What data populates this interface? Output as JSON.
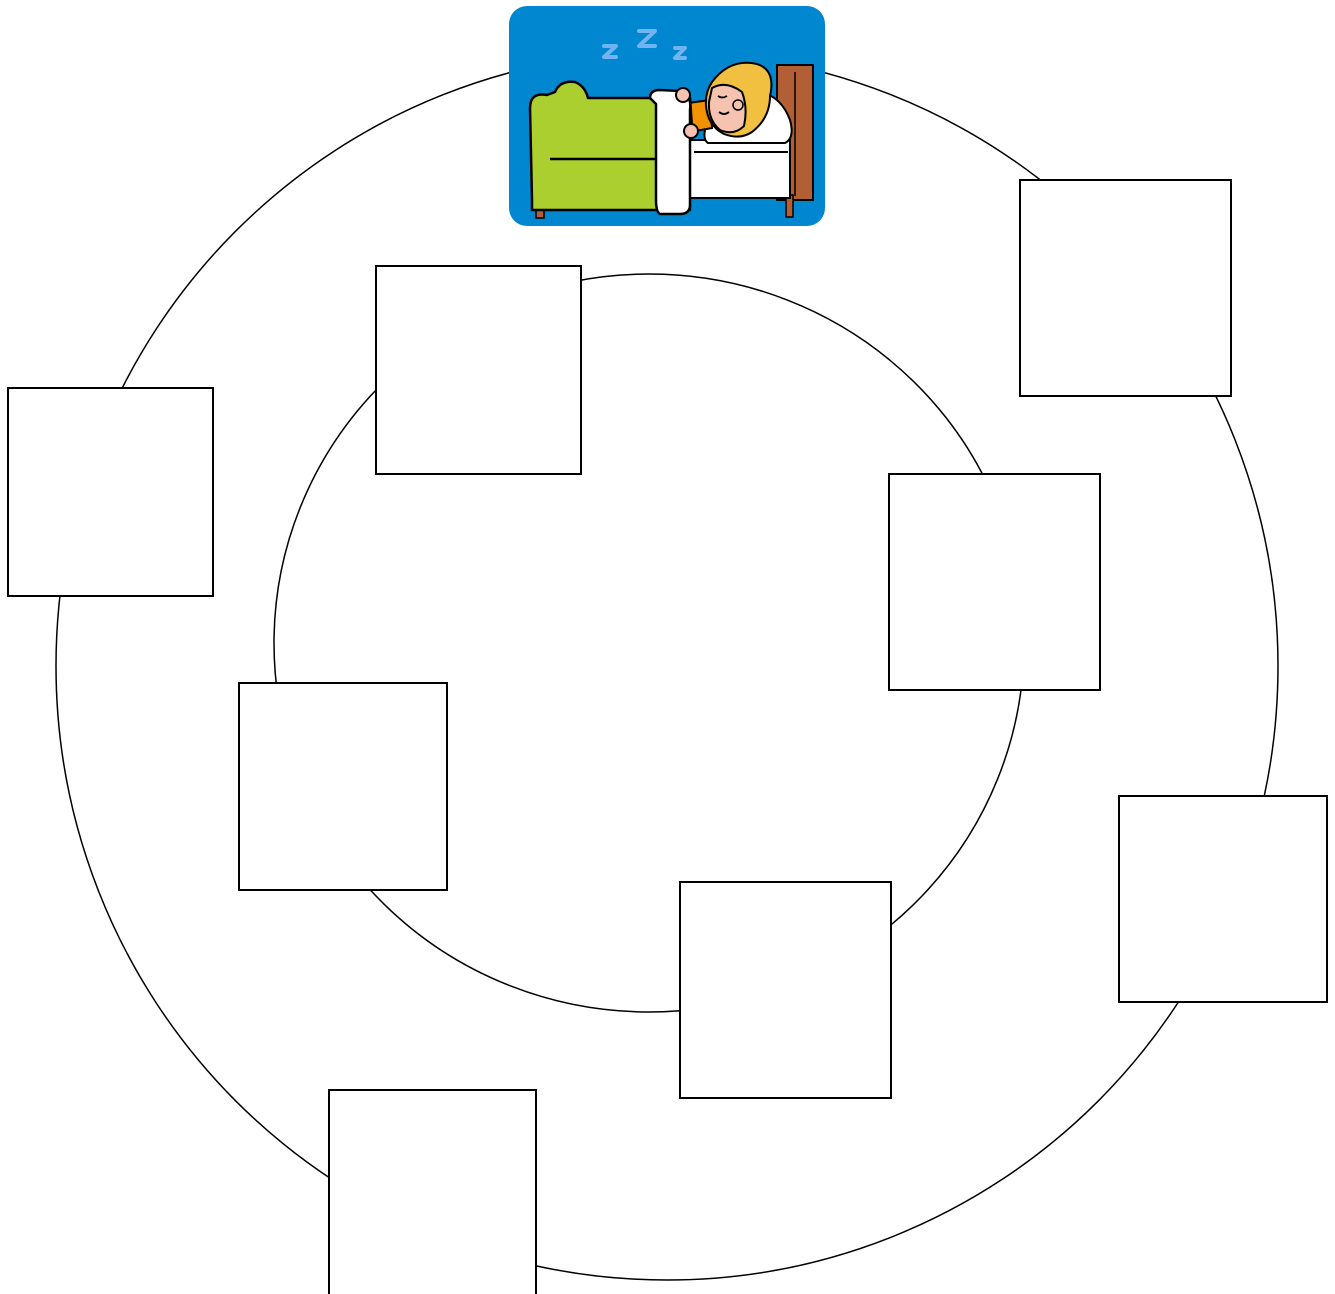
{
  "diagram": {
    "type": "concentric-circle-sequence",
    "illustration": {
      "name": "sleeping-child-in-bed",
      "background_color": "#0087D0",
      "accents": {
        "zzz": "#72B4F0",
        "blanket": "#AACF2E",
        "headboard": "#B25F35",
        "hair": "#F2C040",
        "pajama": "#F39200"
      }
    },
    "rings": [
      {
        "name": "outer-ring"
      },
      {
        "name": "inner-ring"
      }
    ],
    "boxes": [
      {
        "id": "outer-box-1",
        "ring": "outer",
        "content": ""
      },
      {
        "id": "outer-box-2",
        "ring": "outer",
        "content": ""
      },
      {
        "id": "outer-box-3",
        "ring": "outer",
        "content": ""
      },
      {
        "id": "outer-box-4",
        "ring": "outer",
        "content": ""
      },
      {
        "id": "inner-box-1",
        "ring": "inner",
        "content": ""
      },
      {
        "id": "inner-box-2",
        "ring": "inner",
        "content": ""
      },
      {
        "id": "inner-box-3",
        "ring": "inner",
        "content": ""
      },
      {
        "id": "inner-box-4",
        "ring": "inner",
        "content": ""
      }
    ]
  }
}
